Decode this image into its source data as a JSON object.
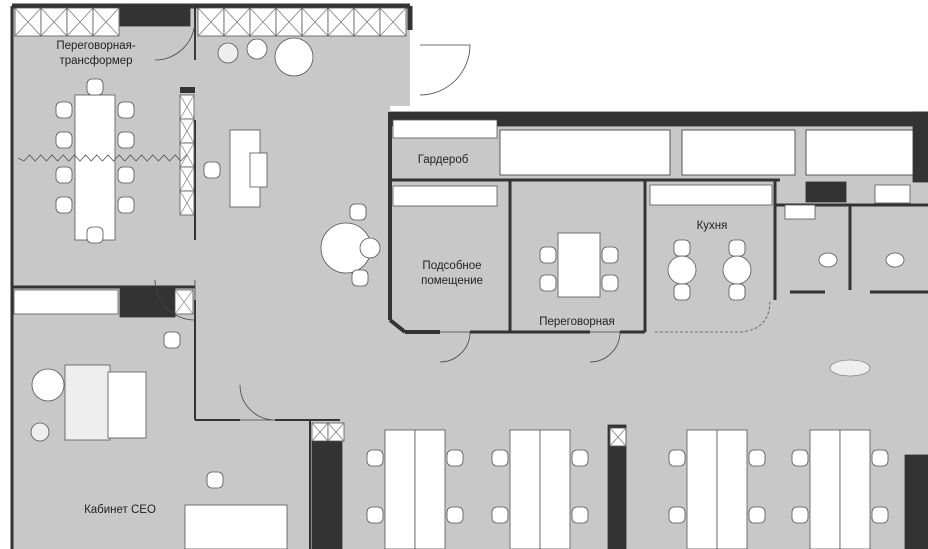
{
  "plan": {
    "rooms": {
      "transformer_meeting": [
        "Переговорная-",
        "трансформер"
      ],
      "wardrobe": "Гардероб",
      "utility": [
        "Подсобное",
        "помещение"
      ],
      "kitchen": "Кухня",
      "meeting": "Переговорная",
      "ceo_office": "Кабинет CEO"
    },
    "colors": {
      "floor": "#c8c8c8",
      "wall": "#333333",
      "furniture": "#ffffff",
      "outside": "#ffffff"
    }
  }
}
